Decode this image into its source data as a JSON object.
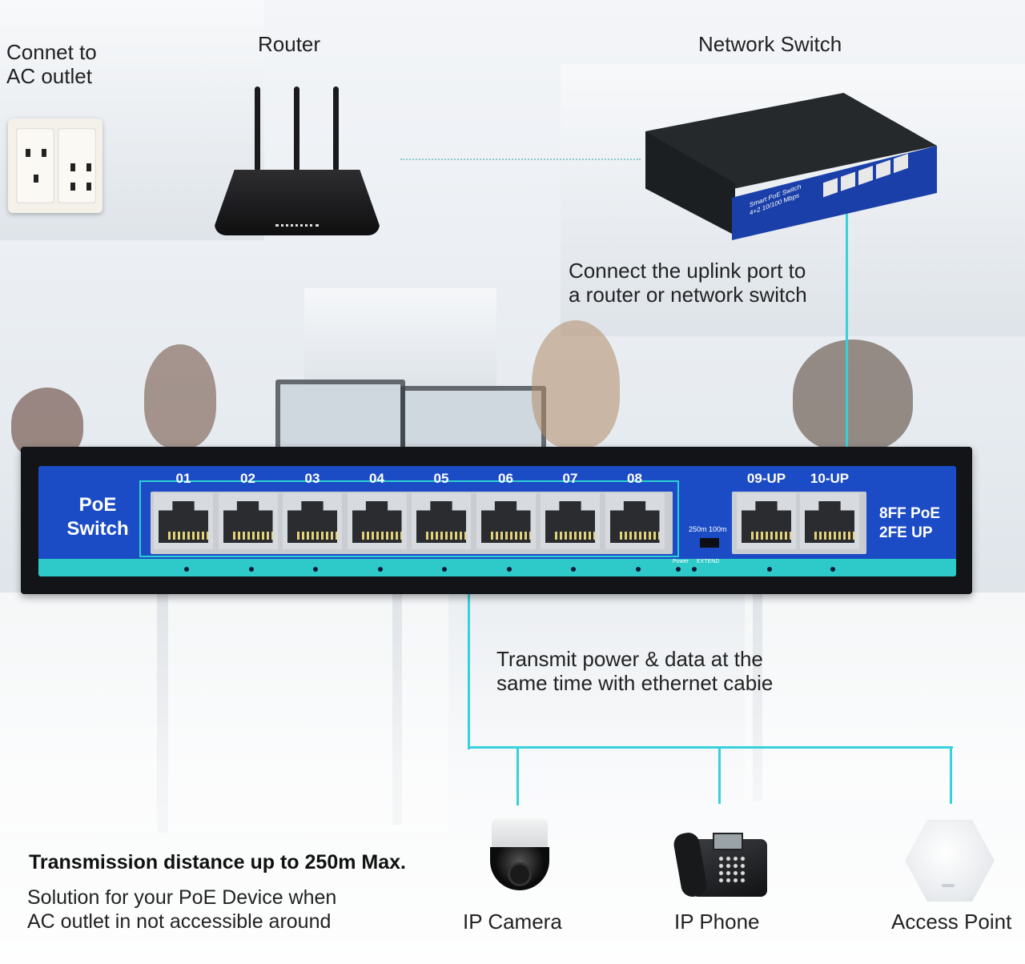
{
  "labels": {
    "connect_ac": "Connet to\nAC outlet",
    "router": "Router",
    "network_switch": "Network Switch",
    "uplink_note": "Connect the uplink port to\na router or network switch",
    "transmit_note": "Transmit power & data at the\nsame time with ethernet cabie",
    "distance_title": "Transmission distance up to 250m Max.",
    "distance_sub": "Solution for your PoE Device when\nAC outlet in not accessible around"
  },
  "poe_switch": {
    "brand": "PoE\nSwitch",
    "spec": "8FF PoE\n2FE UP",
    "ports": [
      "01",
      "02",
      "03",
      "04",
      "05",
      "06",
      "07",
      "08"
    ],
    "uplinks": [
      "09-UP",
      "10-UP"
    ],
    "dip_label": "250m 100m",
    "led_labels": [
      "Power",
      "EXTEND"
    ]
  },
  "network_switch_text": "Smart PoE Switch\n4+2 10/100 Mbps",
  "devices": {
    "camera": "IP Camera",
    "phone": "IP Phone",
    "access_point": "Access Point"
  },
  "colors": {
    "panel_blue": "#1c4cc5",
    "cable_cyan": "#36d1dc"
  }
}
